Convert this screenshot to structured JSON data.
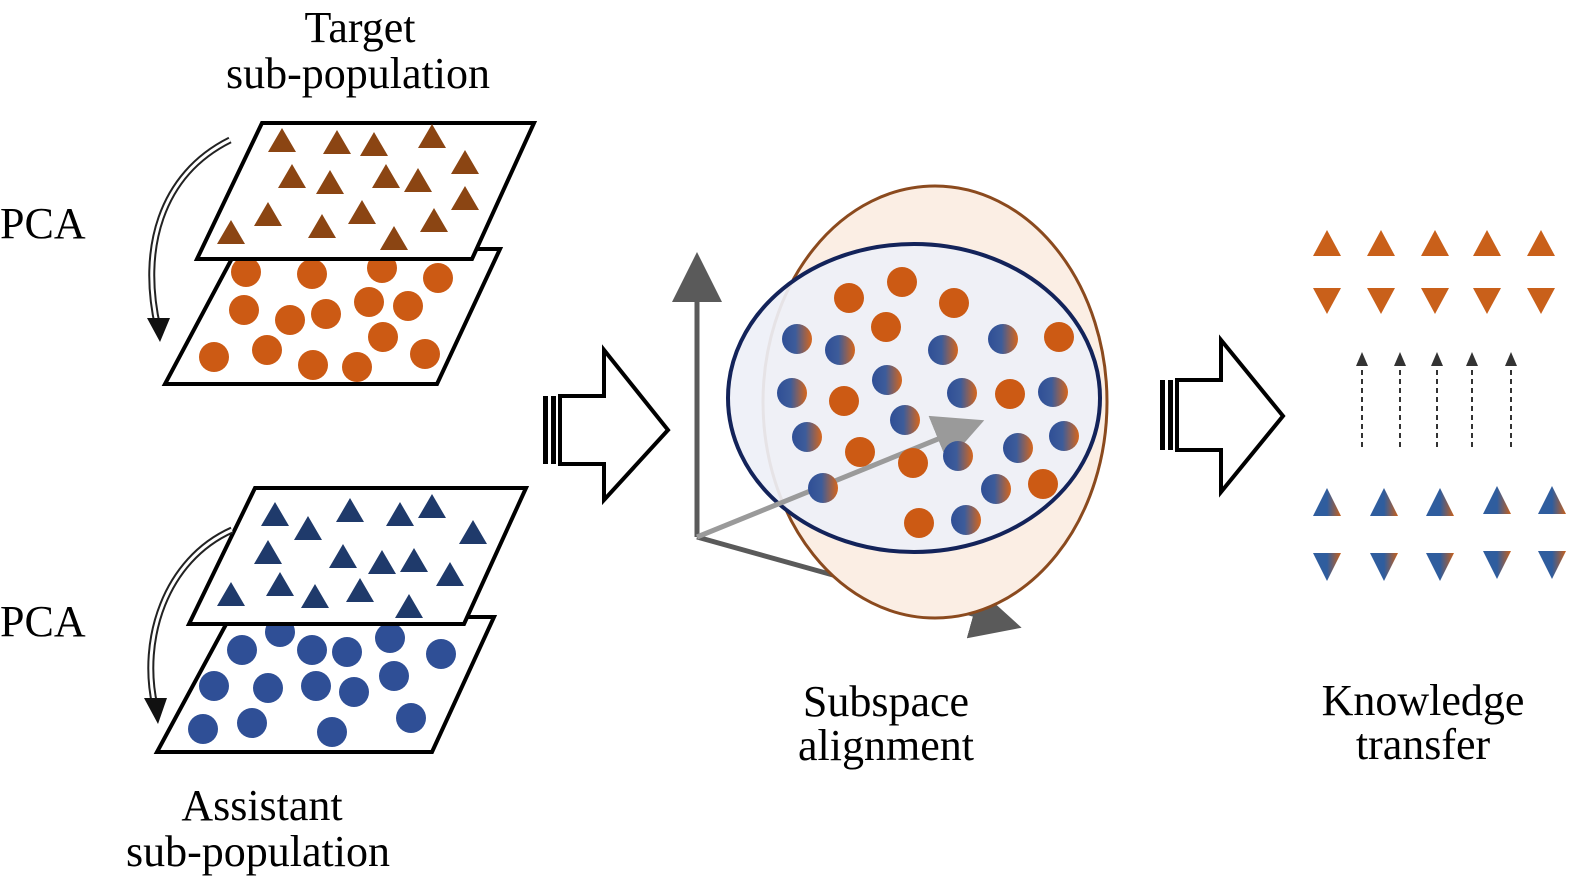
{
  "labels": {
    "target_line1": "Target",
    "target_line2": "sub-population",
    "assistant_line1": "Assistant",
    "assistant_line2": "sub-population",
    "pca_top": "PCA",
    "pca_bottom": "PCA",
    "subspace_line1": "Subspace",
    "subspace_line2": "alignment",
    "knowledge_line1": "Knowledge",
    "knowledge_line2": "transfer"
  },
  "colors": {
    "target_triangle": "#8b4513",
    "target_circle": "#cc5a14",
    "assistant_triangle": "#1f3a6b",
    "assistant_circle": "#2f4f96",
    "ellipse_target_stroke": "#8b4a1e",
    "ellipse_target_fill": "#fbeee4",
    "ellipse_assistant_stroke": "#13235a",
    "ellipse_assistant_fill": "#eef0f7",
    "axis": "#5a5a5a",
    "transfer_orange": "#c9601a",
    "transfer_blue": "#2f5d9e"
  }
}
